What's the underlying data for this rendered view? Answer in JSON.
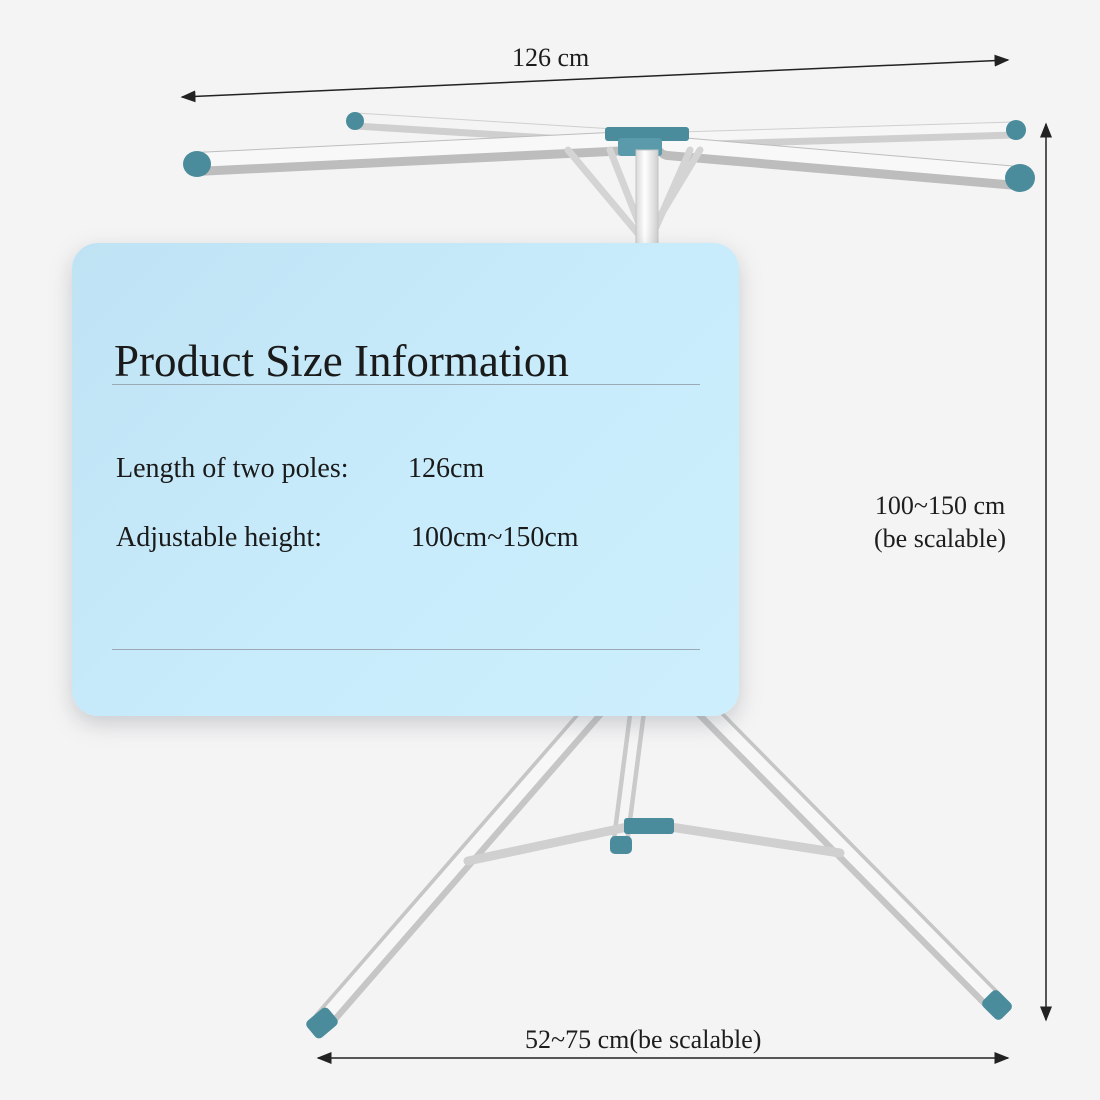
{
  "dimensions": {
    "width_label": "126 cm",
    "height_label_line1": "100~150 cm",
    "height_label_line2": "(be scalable)",
    "base_label": "52~75 cm(be scalable)"
  },
  "info_card": {
    "title": "Product Size Information",
    "specs": [
      {
        "label": "Length of two poles:",
        "value": "126cm"
      },
      {
        "label": "Adjustable height:",
        "value": "100cm~150cm"
      }
    ]
  },
  "colors": {
    "background": "#f5f4f4",
    "card": "#c8ecfb",
    "accent_teal": "#4a8c9c",
    "pole_white": "#f7f7f7"
  }
}
